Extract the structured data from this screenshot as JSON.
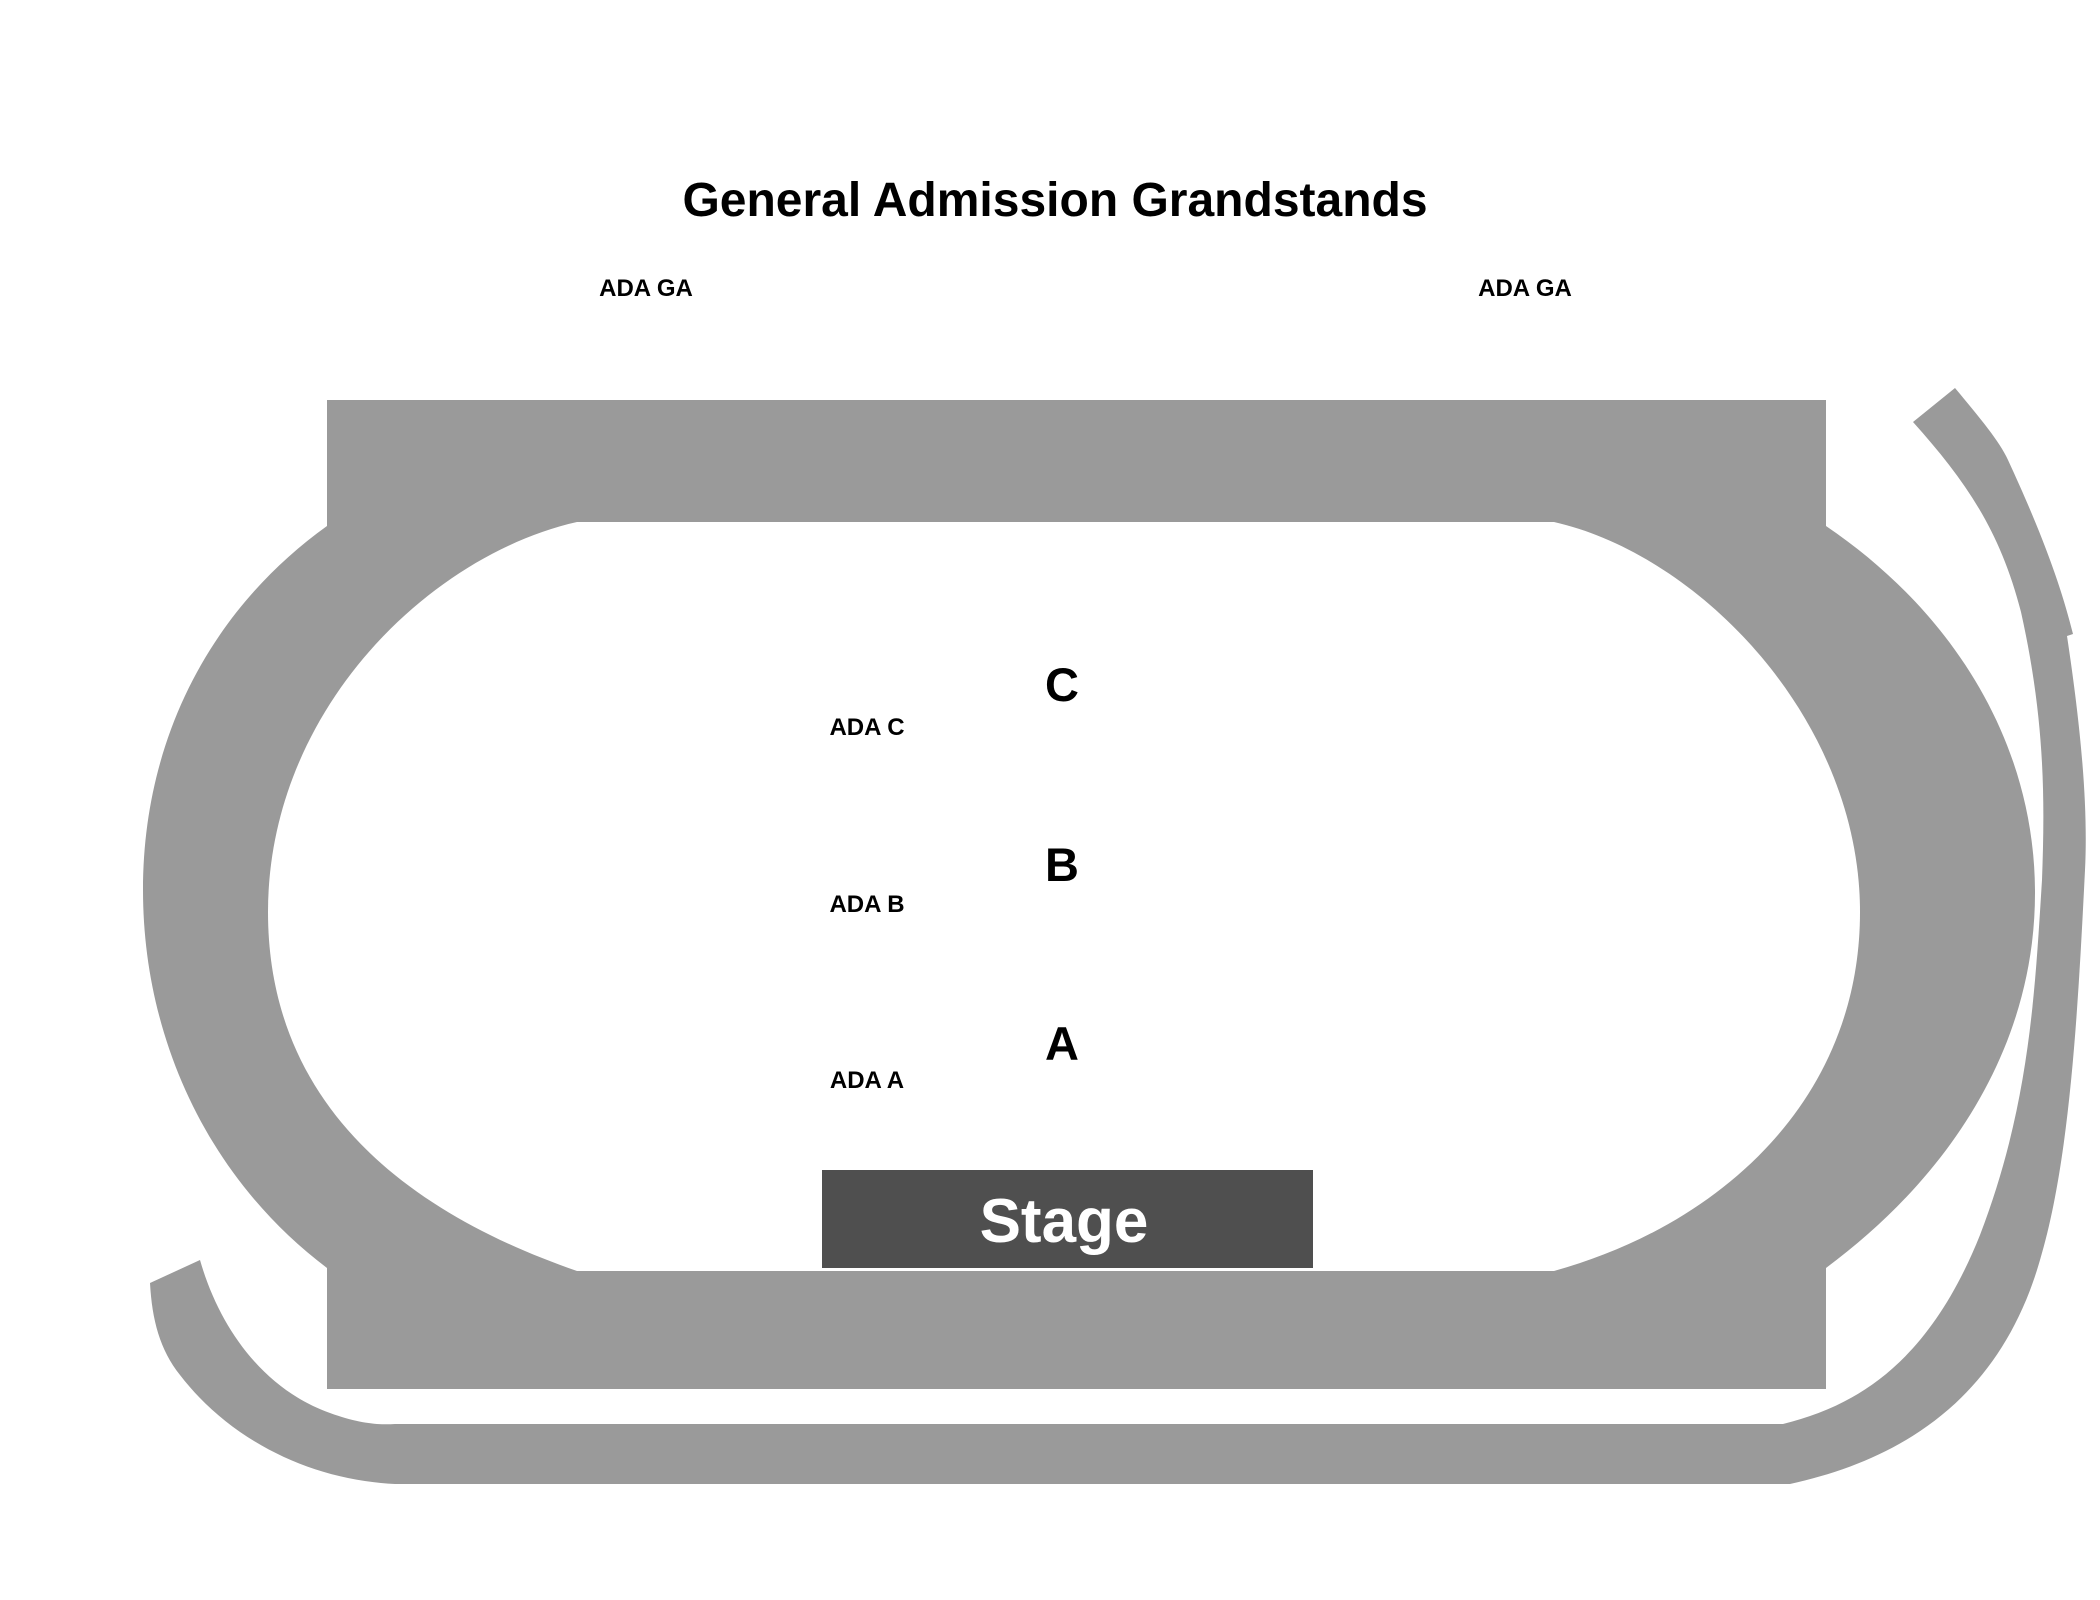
{
  "map": {
    "title": "General Admission Grandstands",
    "ada_ga_left": "ADA GA",
    "ada_ga_right": "ADA GA",
    "sections": {
      "c": "C",
      "b": "B",
      "a": "A"
    },
    "ada_sections": {
      "c": "ADA C",
      "b": "ADA B",
      "a": "ADA A"
    },
    "stage": "Stage"
  },
  "colors": {
    "track": "#9a9a9a",
    "stage": "#4f4f4f",
    "infield": "#ffffff",
    "text": "#000000",
    "stage_text": "#ffffff"
  }
}
